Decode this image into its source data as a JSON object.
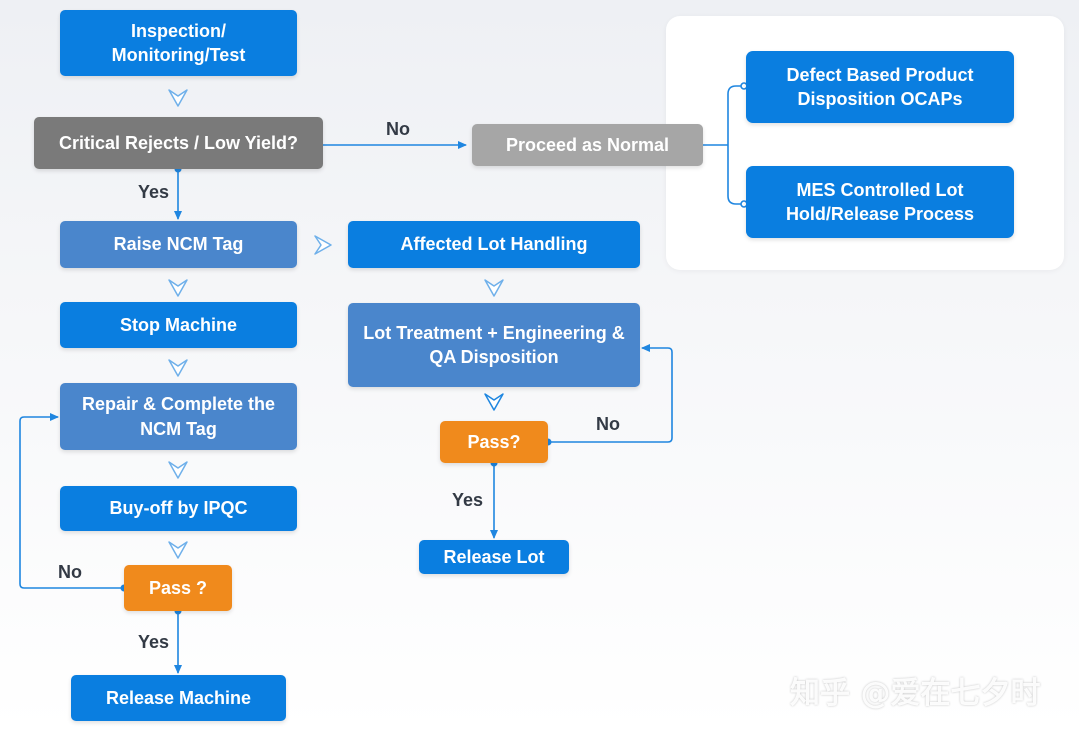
{
  "nodes": {
    "inspection": "Inspection/ Monitoring/Test",
    "critical_rejects": "Critical Rejects / Low Yield?",
    "proceed_normal": "Proceed as Normal",
    "defect_based": "Defect Based Product Disposition OCAPs",
    "mes_controlled": "MES Controlled Lot Hold/Release Process",
    "raise_ncm": "Raise NCM Tag",
    "affected_lot": "Affected Lot Handling",
    "stop_machine": "Stop Machine",
    "lot_treatment": "Lot Treatment + Engineering & QA Disposition",
    "repair_complete": "Repair & Complete the NCM Tag",
    "pass_right": "Pass?",
    "buyoff": "Buy-off by IPQC",
    "release_lot": "Release Lot",
    "pass_left": "Pass ?",
    "release_machine": "Release Machine"
  },
  "labels": {
    "no_top": "No",
    "yes_top": "Yes",
    "no_right": "No",
    "yes_right": "Yes",
    "no_left": "No",
    "yes_left": "Yes"
  },
  "watermark": "知乎 @爱在七夕时",
  "colors": {
    "primary_blue": "#0a7ee0",
    "steel_blue": "#4a86cc",
    "decision_gray": "#7a7a7a",
    "light_gray": "#a6a6a6",
    "decision_orange": "#f08a1c",
    "connector": "#1f86e0"
  }
}
